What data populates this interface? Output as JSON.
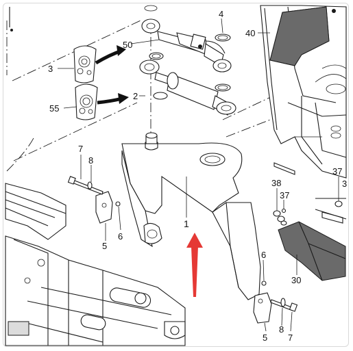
{
  "diagram": {
    "callouts": {
      "c1": "1",
      "c2": "2",
      "c3": "3",
      "c4": "4",
      "c5a": "5",
      "c5b": "5",
      "c6a": "6",
      "c6b": "6",
      "c7a": "7",
      "c7b": "7",
      "c8a": "8",
      "c8b": "8",
      "c30": "30",
      "c37a": "37",
      "c37b": "37",
      "c38": "38",
      "c40": "40",
      "c50": "50",
      "c55": "55",
      "c3edge": "3"
    },
    "colors": {
      "line": "#1a1a1a",
      "shaded_panel": "#6a6a6a",
      "arrow_dark": "#111111",
      "arrow_red": "#e53935",
      "frame_border": "#d8d8d8"
    }
  }
}
